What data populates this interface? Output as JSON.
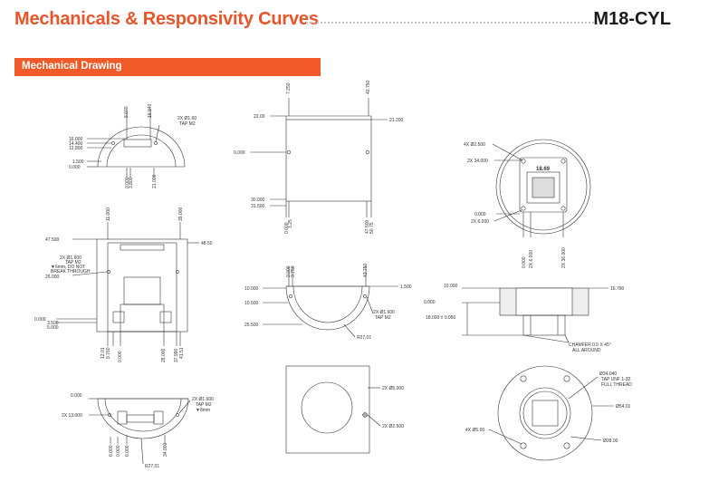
{
  "header": {
    "title": "Mechanicals & Responsivity Curves",
    "model": "M18-CYL"
  },
  "section": {
    "label": "Mechanical Drawing"
  },
  "view1": {
    "d_top1": "6.070",
    "d_top2": "16.940",
    "tap": "2X Ø1.60",
    "tap2": "TAP M2",
    "l1": "16.000",
    "l2": "14.400",
    "l3": "12.800",
    "l4": "1.500",
    "l5": "0.000",
    "b1": "0.000",
    "b2": "3.800",
    "b3": "21.000"
  },
  "view2": {
    "t1": "7.250",
    "t2": "40.750",
    "l_top": "22.00",
    "r_top": "21.200",
    "l_mid": "0.000",
    "l_b1": "30.000",
    "l_b2": "31.500",
    "b1": "0.000",
    "b2": "3.25",
    "b3": "47.500",
    "b4": "50.75"
  },
  "view3": {
    "hole": "4X Ø2.500",
    "top": "2X 34.000",
    "chip": "18.69",
    "l1": "0.000",
    "l2": "2X 6.000",
    "b1": "0.000",
    "b2": "2X 6.000",
    "b3": "2X 36.000"
  },
  "view4": {
    "t1": "11.000",
    "t2": "39.000",
    "l1": "47.500",
    "r1": "48.50",
    "tap1": "2X Ø1.600",
    "tap2": "TAP M2",
    "tap3": "▼6mm, DO NOT",
    "tap4": "BREAK THROUGH",
    "l2": "26.000",
    "l3": "0.000",
    "l4": "3.500",
    "l5": "5.000",
    "b1": "12.01",
    "b2": "9.760",
    "b3": "0.000",
    "b4": "28.000",
    "b5": "37.990",
    "b6": "41.51"
  },
  "view5": {
    "t1": "0.000",
    "t2": "3.750",
    "t3": "43.750",
    "r1": "1.500",
    "l1": "10.000",
    "l2": "10.500",
    "tap1": "2X Ø1.600",
    "tap2": "TAP M2",
    "l3": "25.500",
    "radius": "R27.01"
  },
  "view6": {
    "l1": "10.000",
    "l2": "0.000",
    "l3": "18.000 ± 0.050",
    "r1": "16.790",
    "chamfer1": "CHAMFER 0.5 X 45°",
    "chamfer2": "ALL AROUND"
  },
  "view7": {
    "l1": "0.000",
    "tap1": "2X Ø1.600",
    "tap2": "TAP M2",
    "tap3": "▼8mm",
    "l2": "2X 13.000",
    "b1": "6.000",
    "b2": "0.000",
    "b3": "6.000",
    "b4": "34.000",
    "radius": "R27.01"
  },
  "view8": {
    "r1": "2X Ø5.000",
    "r2": "2X Ø2.500"
  },
  "view9": {
    "t1": "Ø34.040",
    "t2": "TAP UNF 1-32",
    "t3": "FULL THREAD",
    "r1": "Ø54.01",
    "hole": "4X Ø5.00",
    "r2": "Ø28.00"
  }
}
